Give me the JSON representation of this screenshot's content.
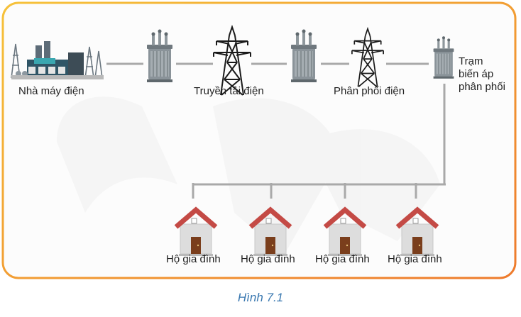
{
  "colors": {
    "frame_start": "#f6c23a",
    "frame_end": "#ee7a2c",
    "line": "#a9a9a9",
    "roof": "#c44a45",
    "door": "#7a3e1c",
    "caption": "#3a78b0"
  },
  "icons": {
    "plant": "power-plant-icon",
    "transformer": "transformer-icon",
    "tower": "transmission-tower-icon",
    "substation": "substation-transformer-icon",
    "house": "house-icon"
  },
  "labels": {
    "power_plant": "Nhà máy điện",
    "transmission": "Truyền tải điện",
    "distribution": "Phân phối điện",
    "substation_line1": "Trạm",
    "substation_line2": "biến áp",
    "substation_line3": "phân phối",
    "households": [
      "Hộ gia đình",
      "Hộ gia đình",
      "Hộ gia đình",
      "Hộ gia đình"
    ]
  },
  "caption": "Hình 7.1"
}
